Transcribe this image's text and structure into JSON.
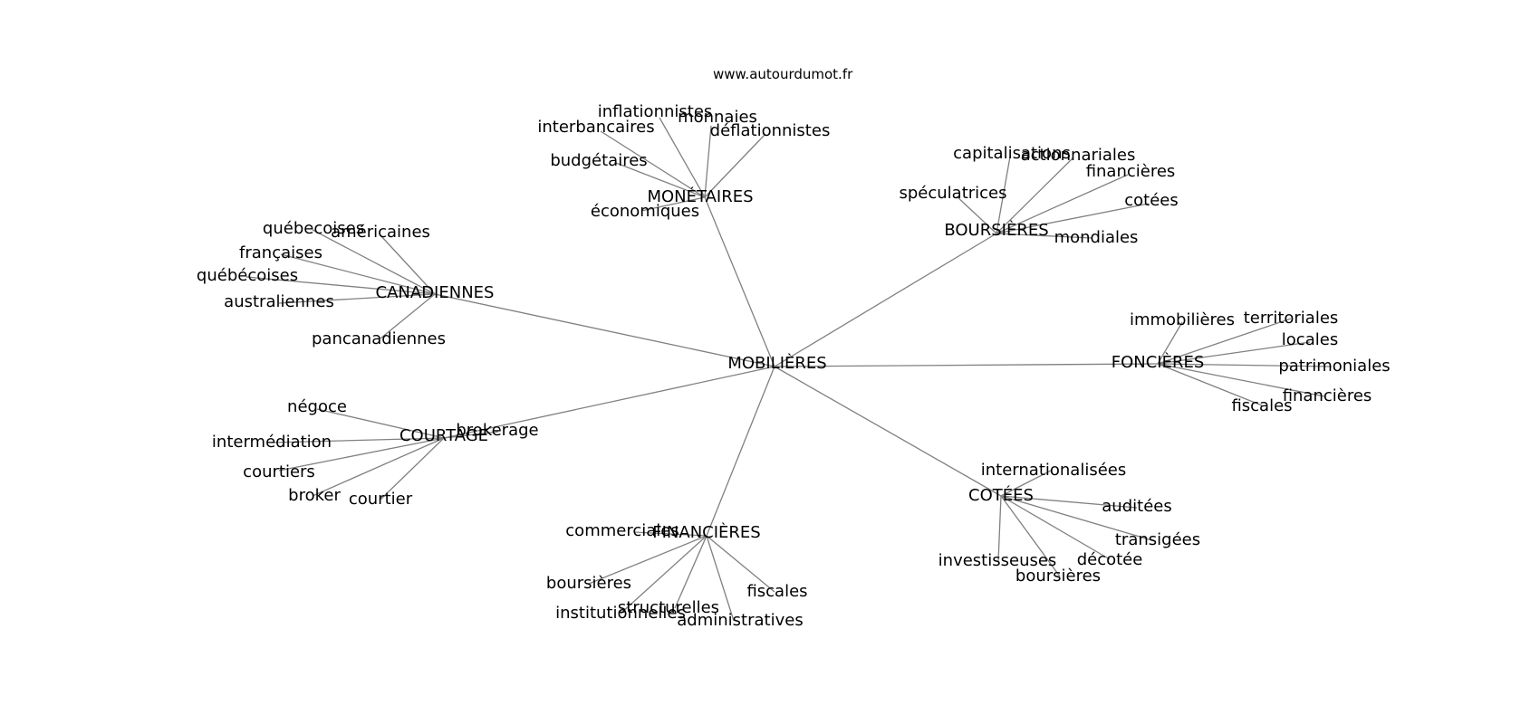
{
  "credit": "www.autourdumot.fr",
  "colors": {
    "edge": "#808080",
    "text": "#000000",
    "background": "#ffffff"
  },
  "center": "MOBILIÈRES",
  "clusters": [
    {
      "id": "monetaires",
      "label": "MONÉTAIRES",
      "leaves": [
        "inflationnistes",
        "monnaies",
        "interbancaires",
        "déflationnistes",
        "budgétaires",
        "économiques"
      ]
    },
    {
      "id": "boursieres",
      "label": "BOURSIÈRES",
      "leaves": [
        "capitalisations",
        "actionnariales",
        "financières",
        "spéculatrices",
        "cotées",
        "mondiales"
      ]
    },
    {
      "id": "canadiennes",
      "label": "CANADIENNES",
      "leaves": [
        "québecoises",
        "américaines",
        "françaises",
        "québécoises",
        "australiennes",
        "pancanadiennes"
      ]
    },
    {
      "id": "foncieres",
      "label": "FONCIÈRES",
      "leaves": [
        "immobilières",
        "territoriales",
        "locales",
        "patrimoniales",
        "financières",
        "fiscales"
      ]
    },
    {
      "id": "courtage",
      "label": "COURTAGE",
      "leaves": [
        "négoce",
        "brokerage",
        "intermédiation",
        "courtiers",
        "broker",
        "courtier"
      ]
    },
    {
      "id": "cotees",
      "label": "COTÉES",
      "leaves": [
        "internationalisées",
        "auditées",
        "transigées",
        "décotée",
        "investisseuses",
        "boursières"
      ]
    },
    {
      "id": "financieres",
      "label": "FINANCIÈRES",
      "leaves": [
        "commerciales",
        "boursières",
        "structurelles",
        "institutionnelles",
        "fiscales",
        "administratives"
      ]
    }
  ]
}
